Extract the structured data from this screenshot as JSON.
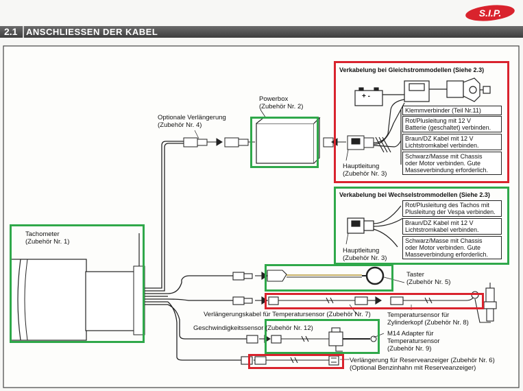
{
  "header": {
    "section_number": "2.1",
    "title": "ANSCHLIESSEN DER KABEL",
    "logo_text": "S.I.P."
  },
  "labels": {
    "powerbox": "Powerbox",
    "powerbox_acc": "(Zubehör Nr. 2)",
    "ext_optional": "Optionale Verlängerung",
    "ext_optional_acc": "(Zubehör Nr. 4)",
    "tachometer": "Tachometer",
    "tachometer_acc": "(Zubehör Nr. 1)",
    "main_lead": "Hauptleitung",
    "main_lead_acc": "(Zubehör Nr. 3)",
    "main_lead_2": "Hauptleitung",
    "main_lead_2_acc": "(Zubehör Nr. 3)",
    "taster": "Taster",
    "taster_acc": "(Zubehör Nr. 5)",
    "temp_ext": "Verlängerungskabel für Temperatursensor (Zubehör Nr. 7)",
    "temp_sensor": "Temperatursensor für",
    "temp_sensor_2": "Zylinderkopf (Zubehör Nr. 8)",
    "speed_sensor": "Geschwindigkeitssensor (Zubehör Nr. 12)",
    "m14": "M14 Adapter für",
    "m14_2": "Temperatursensor",
    "m14_3": "(Zubehör Nr. 9)",
    "reserve": "Verlängerung für Reserveanzeiger (Zubehör Nr. 6)",
    "reserve_2": "(Optional Benzinhahn mit Reserveanzeiger)"
  },
  "dc_panel": {
    "title": "Verkabelung bei Gleichstrommodellen (Siehe 2.3)",
    "battery_sign": "+ -",
    "clamp": "Klemmverbinder (Teil Nr.11)",
    "red1": "Rot/Plusleitung mit 12 V",
    "red2": "Batterie (geschaltet) verbinden.",
    "brown1": "Braun/DZ Kabel mit 12 V",
    "brown2": "Lichtstromkabel verbinden.",
    "black1": "Schwarz/Masse mit Chassis",
    "black2": "oder Motor verbinden. Gute",
    "black3": "Masseverbindung erforderlich."
  },
  "ac_panel": {
    "title": "Verkabelung bei Wechselstrommodellen (Siehe 2.3)",
    "red1": "Rot/Plusleitung des Tachos mit",
    "red2": "Plusleitung der Vespa verbinden.",
    "brown1": "Braun/DZ Kabel mit 12 V",
    "brown2": "Lichtstromkabel verbinden.",
    "black1": "Schwarz/Masse mit Chassis",
    "black2": "oder Motor verbinden. Gute",
    "black3": "Masseverbindung erforderlich."
  },
  "colors": {
    "highlight_red": "#d9232d",
    "highlight_green": "#2fa84a",
    "header_bar": "#4a4a4a",
    "logo_red": "#d9232d"
  }
}
